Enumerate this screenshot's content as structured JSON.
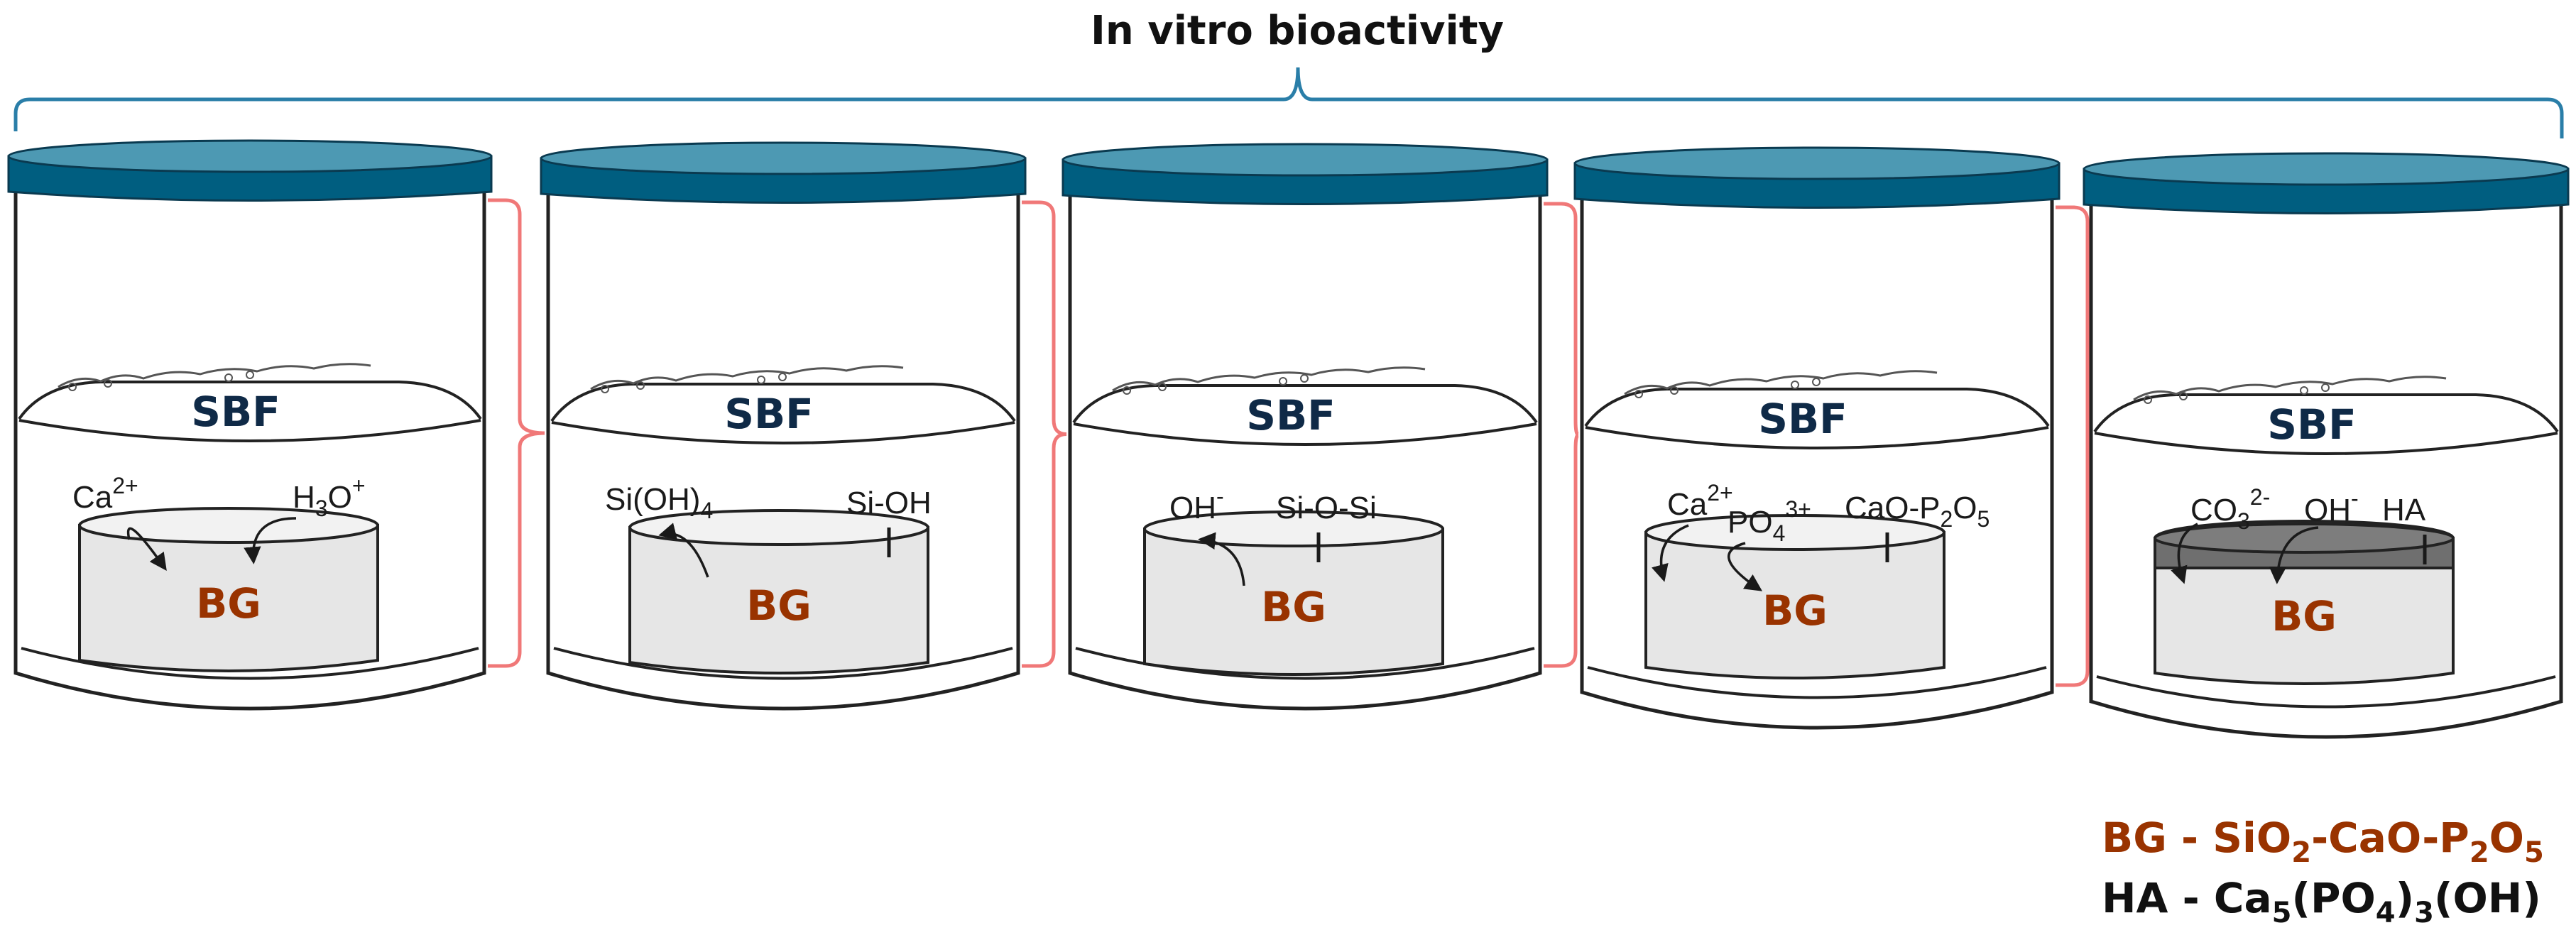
{
  "title": "In vitro bioactivity",
  "colors": {
    "lid": "#005e80",
    "lid_top": "#4d99b3",
    "bg_text": "#993300",
    "sbf_text": "#0f2a47",
    "bracket": "#f07878",
    "top_brace": "#2a7ea8",
    "jar_outline": "#222222",
    "bg_block": "#e6e6e6",
    "ha_layer": "#6f6f6f"
  },
  "jars": [
    {
      "solution_label": "SBF",
      "block_label": "BG",
      "ions": [
        {
          "base": "Ca",
          "sup": "2+"
        },
        {
          "base": "H",
          "sub": "3",
          "tail": "O",
          "sup": "+"
        }
      ]
    },
    {
      "solution_label": "SBF",
      "block_label": "BG",
      "ions": [
        {
          "base": "Si(OH)",
          "sub": "4"
        },
        {
          "base": "Si-OH"
        }
      ]
    },
    {
      "solution_label": "SBF",
      "block_label": "BG",
      "ions": [
        {
          "base": "OH",
          "sup": "-"
        },
        {
          "base": "Si-O-Si"
        }
      ]
    },
    {
      "solution_label": "SBF",
      "block_label": "BG",
      "ions": [
        {
          "base": "Ca",
          "sup": "2+"
        },
        {
          "base": "PO",
          "sub": "4",
          "sup": "3+"
        },
        {
          "base": "CaO-P",
          "sub": "2",
          "tail": "O",
          "sub2": "5"
        }
      ]
    },
    {
      "solution_label": "SBF",
      "block_label": "BG",
      "ions": [
        {
          "base": "CO",
          "sub": "3",
          "sup": "2-"
        },
        {
          "base": "OH",
          "sup": "-"
        },
        {
          "base": "HA"
        }
      ]
    }
  ],
  "legend": {
    "bg": {
      "prefix": "BG - SiO",
      "s1": "2",
      "mid": "-CaO-P",
      "s2": "2",
      "tail": "O",
      "s3": "5"
    },
    "ha": {
      "prefix": "HA - Ca",
      "s1": "5",
      "mid": "(PO",
      "s2": "4",
      "mid2": ")",
      "s3": "3",
      "tail": "(OH)"
    }
  }
}
